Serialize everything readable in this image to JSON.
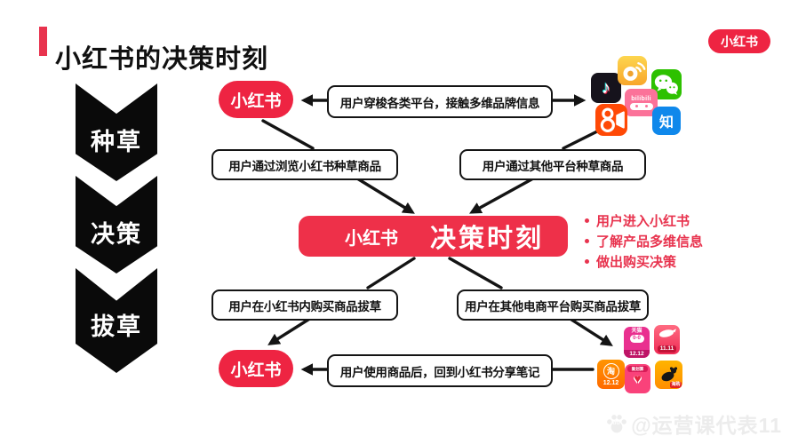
{
  "page": {
    "title": "小红书的决策时刻",
    "brand_badge": "小红书",
    "watermark": "@运营课代表11",
    "watermark_paw": "du"
  },
  "colors": {
    "accent_red": "#EE2442",
    "crimson_text": "#E8334E",
    "stage_black": "#0A0A0A",
    "box_border": "#141414",
    "background": "#FFFFFF"
  },
  "stages": [
    {
      "label": "种草"
    },
    {
      "label": "决策"
    },
    {
      "label": "拔草"
    }
  ],
  "flow": {
    "top_pill": "小红书",
    "bottom_pill": "小红书",
    "box_top": "用户穿梭各类平台，接触多维品牌信息",
    "box_mid_left": "用户通过浏览小红书种草商品",
    "box_mid_right": "用户通过其他平台种草商品",
    "center": {
      "pill": "小红书",
      "title": "决策时刻"
    },
    "bullets": [
      "用户进入小红书",
      "了解产品多维信息",
      "做出购买决策"
    ],
    "box_low_left": "用户在小红书内购买商品拔草",
    "box_low_right": "用户在其他电商平台购买商品拔草",
    "box_bottom": "用户使用商品后，回到小红书分享笔记"
  },
  "icons_top": {
    "douyin_glyph": "♪",
    "bilibili_label": "bilibili",
    "zhihu_label": "知"
  },
  "icons_bottom": {
    "tmall_label": "天猫",
    "tmall_face": "0-0",
    "tmall_date": "12.12",
    "jd_date": "11.11",
    "taobao_label": "淘",
    "taobao_date": "12.12",
    "juhuasuan_label": "聚划算",
    "juhuasuan_heart": "♥",
    "kaola_label": "海购"
  }
}
